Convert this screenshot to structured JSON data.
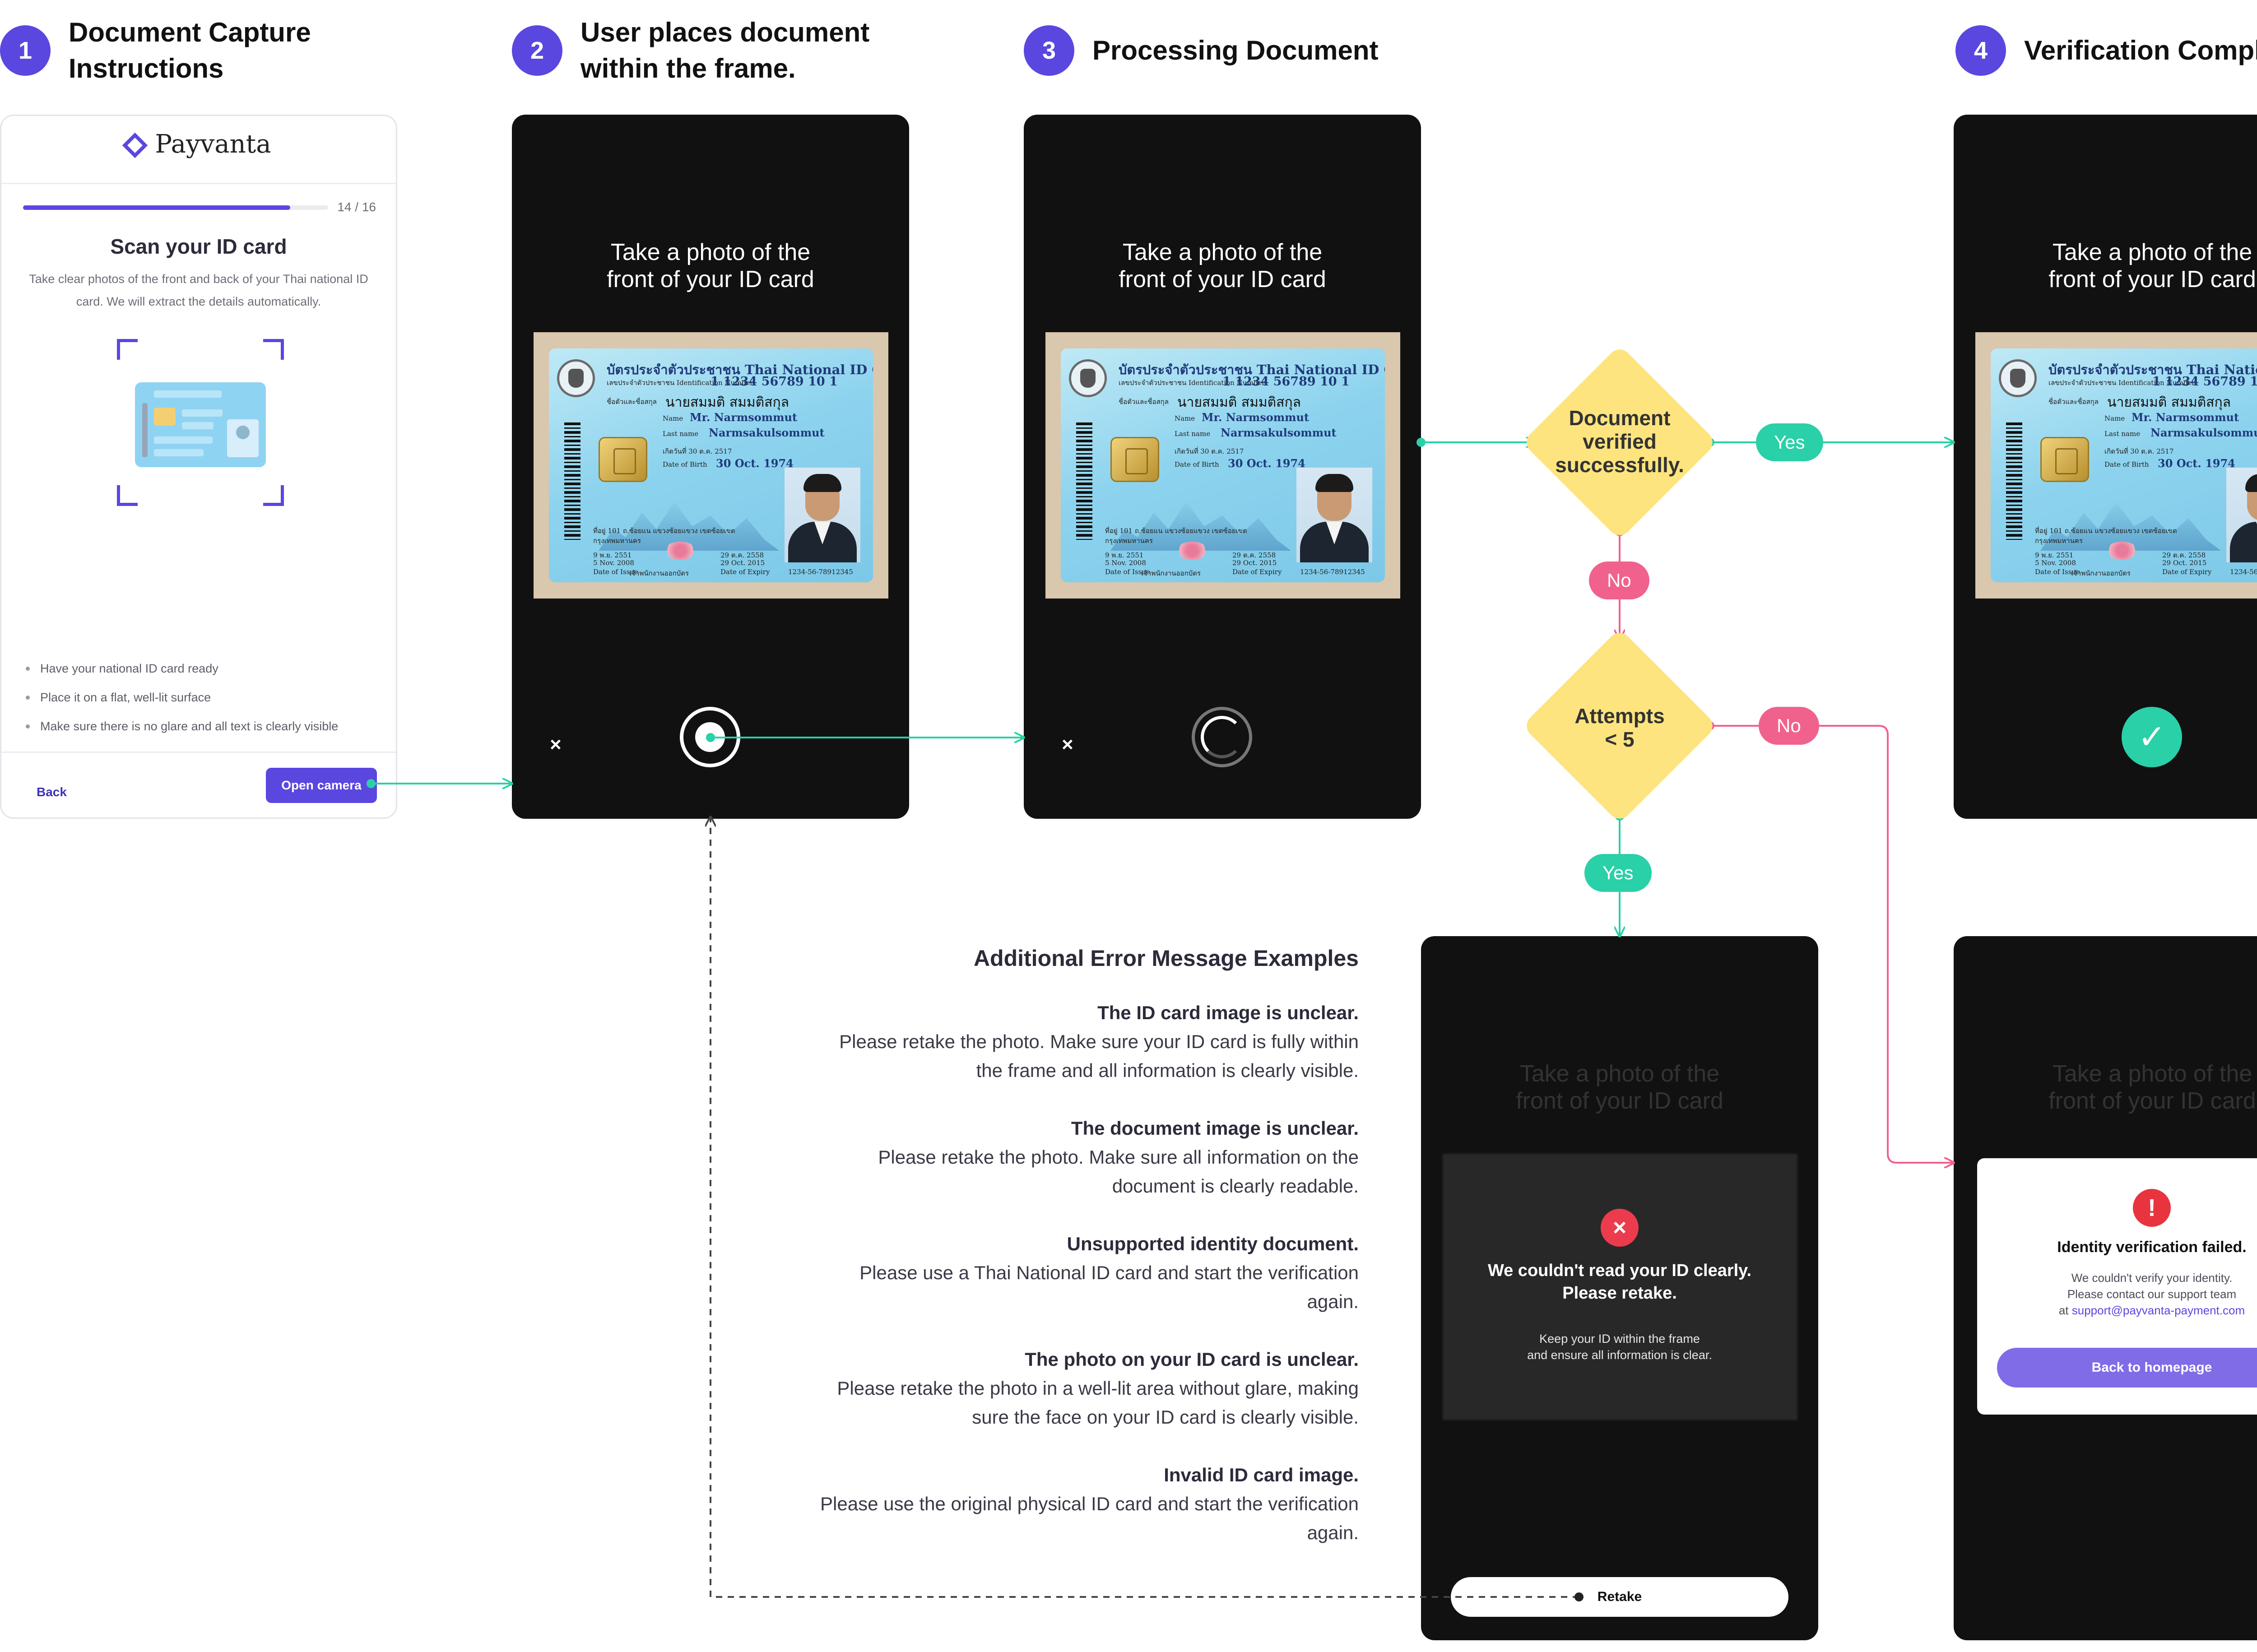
{
  "steps": [
    {
      "num": "1",
      "title": "Document Capture\nInstructions"
    },
    {
      "num": "2",
      "title": "User places document\nwithin the frame."
    },
    {
      "num": "3",
      "title": "Processing Document"
    },
    {
      "num": "4",
      "title": "Verification Complete"
    }
  ],
  "colors": {
    "accent": "#5a47e0",
    "yes": "#2ad0a7",
    "no": "#f0628d",
    "decision": "#fde47e",
    "phone": "#111111",
    "error": "#e8343f"
  },
  "web": {
    "brand": "Payvanta",
    "progress_label": "14 / 16",
    "progress_fraction": 0.875,
    "heading": "Scan your ID card",
    "description": "Take clear photos of the front and back of your Thai national ID card. We will extract the details automatically.",
    "bullets": [
      "Have your national ID card ready",
      "Place it on a flat, well-lit surface",
      "Make sure there is no glare and all text is clearly visible"
    ],
    "back_label": "Back",
    "open_camera_label": "Open camera"
  },
  "camera": {
    "prompt": "Take a photo of the\nfront of your ID card",
    "close_icon": "×"
  },
  "idcard": {
    "title": "บัตรประจำตัวประชาชน Thai National ID Card",
    "id_label": "เลขประจำตัวประชาชน Identification Number",
    "id_number": "1 1234 56789 10 1",
    "thai_name_label": "ชื่อตัวและชื่อสกุล",
    "thai_name": "นายสมมติ สมมติสกุล",
    "name_label": "Name",
    "name": "Mr. Narmsommut",
    "last_name_label": "Last name",
    "last_name": "Narmsakulsommut",
    "thai_dob": "เกิดวันที่ 30 ต.ค. 2517",
    "dob_label": "Date of Birth",
    "dob": "30 Oct. 1974",
    "address": "ที่อยู่ 101 ถ.ซ้อยแน แขวงซ้อยแขวง เขตซ้อยเขต",
    "province": "กรุงเทพมหานคร",
    "issue_thai": "9 พ.ย. 2551",
    "issue_label": "Date of Issue",
    "issue": "5 Nov. 2008",
    "expiry_thai": "29 ต.ค. 2558",
    "expiry_label": "Date of Expiry",
    "expiry": "29 Oct. 2015",
    "code": "1234-56-78912345",
    "signature_label": "เจ้าพนักงานออกบัตร"
  },
  "decisions": {
    "verified": "Document\nverified\nsuccessfully.",
    "attempts": "Attempts\n< 5",
    "yes": "Yes",
    "no": "No"
  },
  "errors": {
    "heading": "Additional Error Message Examples",
    "items": [
      {
        "title": "The ID card image is unclear.",
        "desc": "Please retake the photo. Make sure your ID card is fully within the frame and all information is clearly visible."
      },
      {
        "title": "The document image is unclear.",
        "desc": "Please retake the photo. Make sure all information on the document is clearly readable."
      },
      {
        "title": "Unsupported identity document.",
        "desc": "Please use a Thai National ID card and start the verification again."
      },
      {
        "title": "The photo on your ID card is unclear.",
        "desc": "Please retake the photo in a well-lit area without glare, making sure the face on your ID card is clearly visible."
      },
      {
        "title": "Invalid ID card image.",
        "desc": "Please use the original physical ID card and start the verification again."
      }
    ]
  },
  "retake": {
    "title": "We couldn't read your ID clearly.\nPlease retake.",
    "hint": "Keep your ID within the frame\nand ensure all information is clear.",
    "button": "Retake",
    "icon": "×"
  },
  "failure": {
    "icon": "!",
    "title": "Identity verification failed.",
    "line1": "We couldn't verify your identity.",
    "line2": "Please contact our support team",
    "line3_prefix": "at ",
    "email": "support@payvanta-payment.com",
    "button": "Back to homepage"
  },
  "success": {
    "icon": "✓"
  }
}
